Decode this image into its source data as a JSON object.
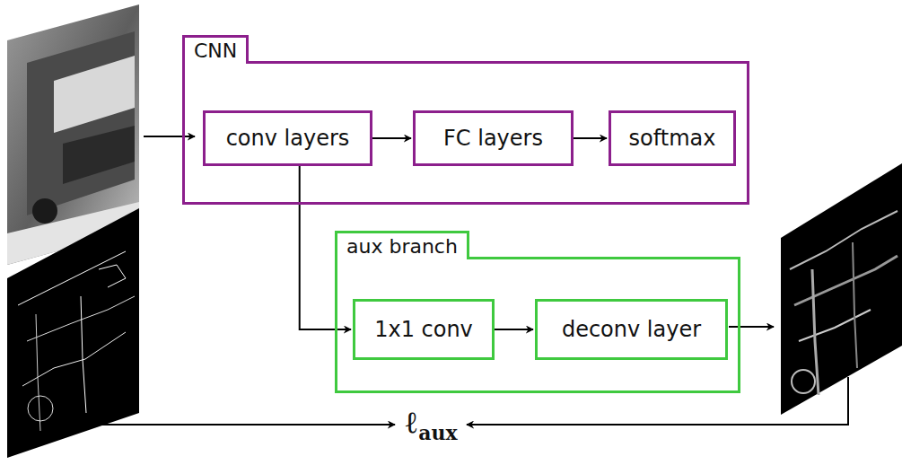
{
  "diagram": {
    "nodes": [
      {
        "text": [
          "CNN"
        ]
      },
      {
        "text": [
          "conv layers"
        ],
        "in": 0
      },
      {
        "text": [
          "FC layers"
        ],
        "in": 0
      },
      {
        "text": [
          "softmax"
        ],
        "in": 0
      },
      {
        "text": [
          "aux branch"
        ]
      },
      {
        "text": [
          "1x1 conv"
        ],
        "in": 4
      },
      {
        "text": [
          "deconv layer"
        ],
        "in": 4
      }
    ],
    "edges": [
      {
        "from": 1,
        "to": 2,
        "arrow": "to"
      },
      {
        "from": 2,
        "to": 3,
        "arrow": "to"
      },
      {
        "from": 1,
        "to": 5,
        "arrow": "to"
      },
      {
        "from": 5,
        "to": 6,
        "arrow": "to"
      }
    ],
    "labels": [
      "ℓ",
      "aux"
    ]
  }
}
